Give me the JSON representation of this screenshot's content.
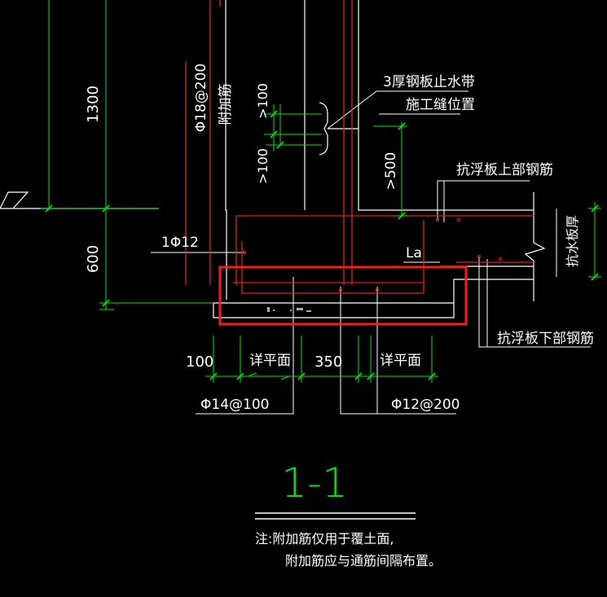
{
  "colors": {
    "background": "#000000",
    "dimension": "#00e600",
    "rebar": "#e01e1e",
    "outline": "#ffffff",
    "highlight": "#ff1a1a"
  },
  "dimensions": {
    "d1300": "1300",
    "d600": "600",
    "d100_upper": ">100",
    "d100_lower": ">100",
    "d500": ">500",
    "d100_bottom": "100",
    "d350_bottom": "350",
    "detail_left": "详平面",
    "detail_right": "详平面"
  },
  "labels": {
    "rebar_phi18": "Φ18@200",
    "additional_rebar": "附加筋",
    "waterstop": "3厚钢板止水带",
    "joint_position": "施工缝位置",
    "anti_float_top": "抗浮板上部钢筋",
    "anti_float_bottom": "抗浮板下部钢筋",
    "slab_thickness": "抗水板厚",
    "one_phi12": "1Φ12",
    "la": "La",
    "phi14": "Φ14@100",
    "phi12": "Φ12@200"
  },
  "title": "1-1",
  "notes": {
    "line1": "注:附加筋仅用于覆土面,",
    "line2": "附加筋应与通筋间隔布置。"
  }
}
